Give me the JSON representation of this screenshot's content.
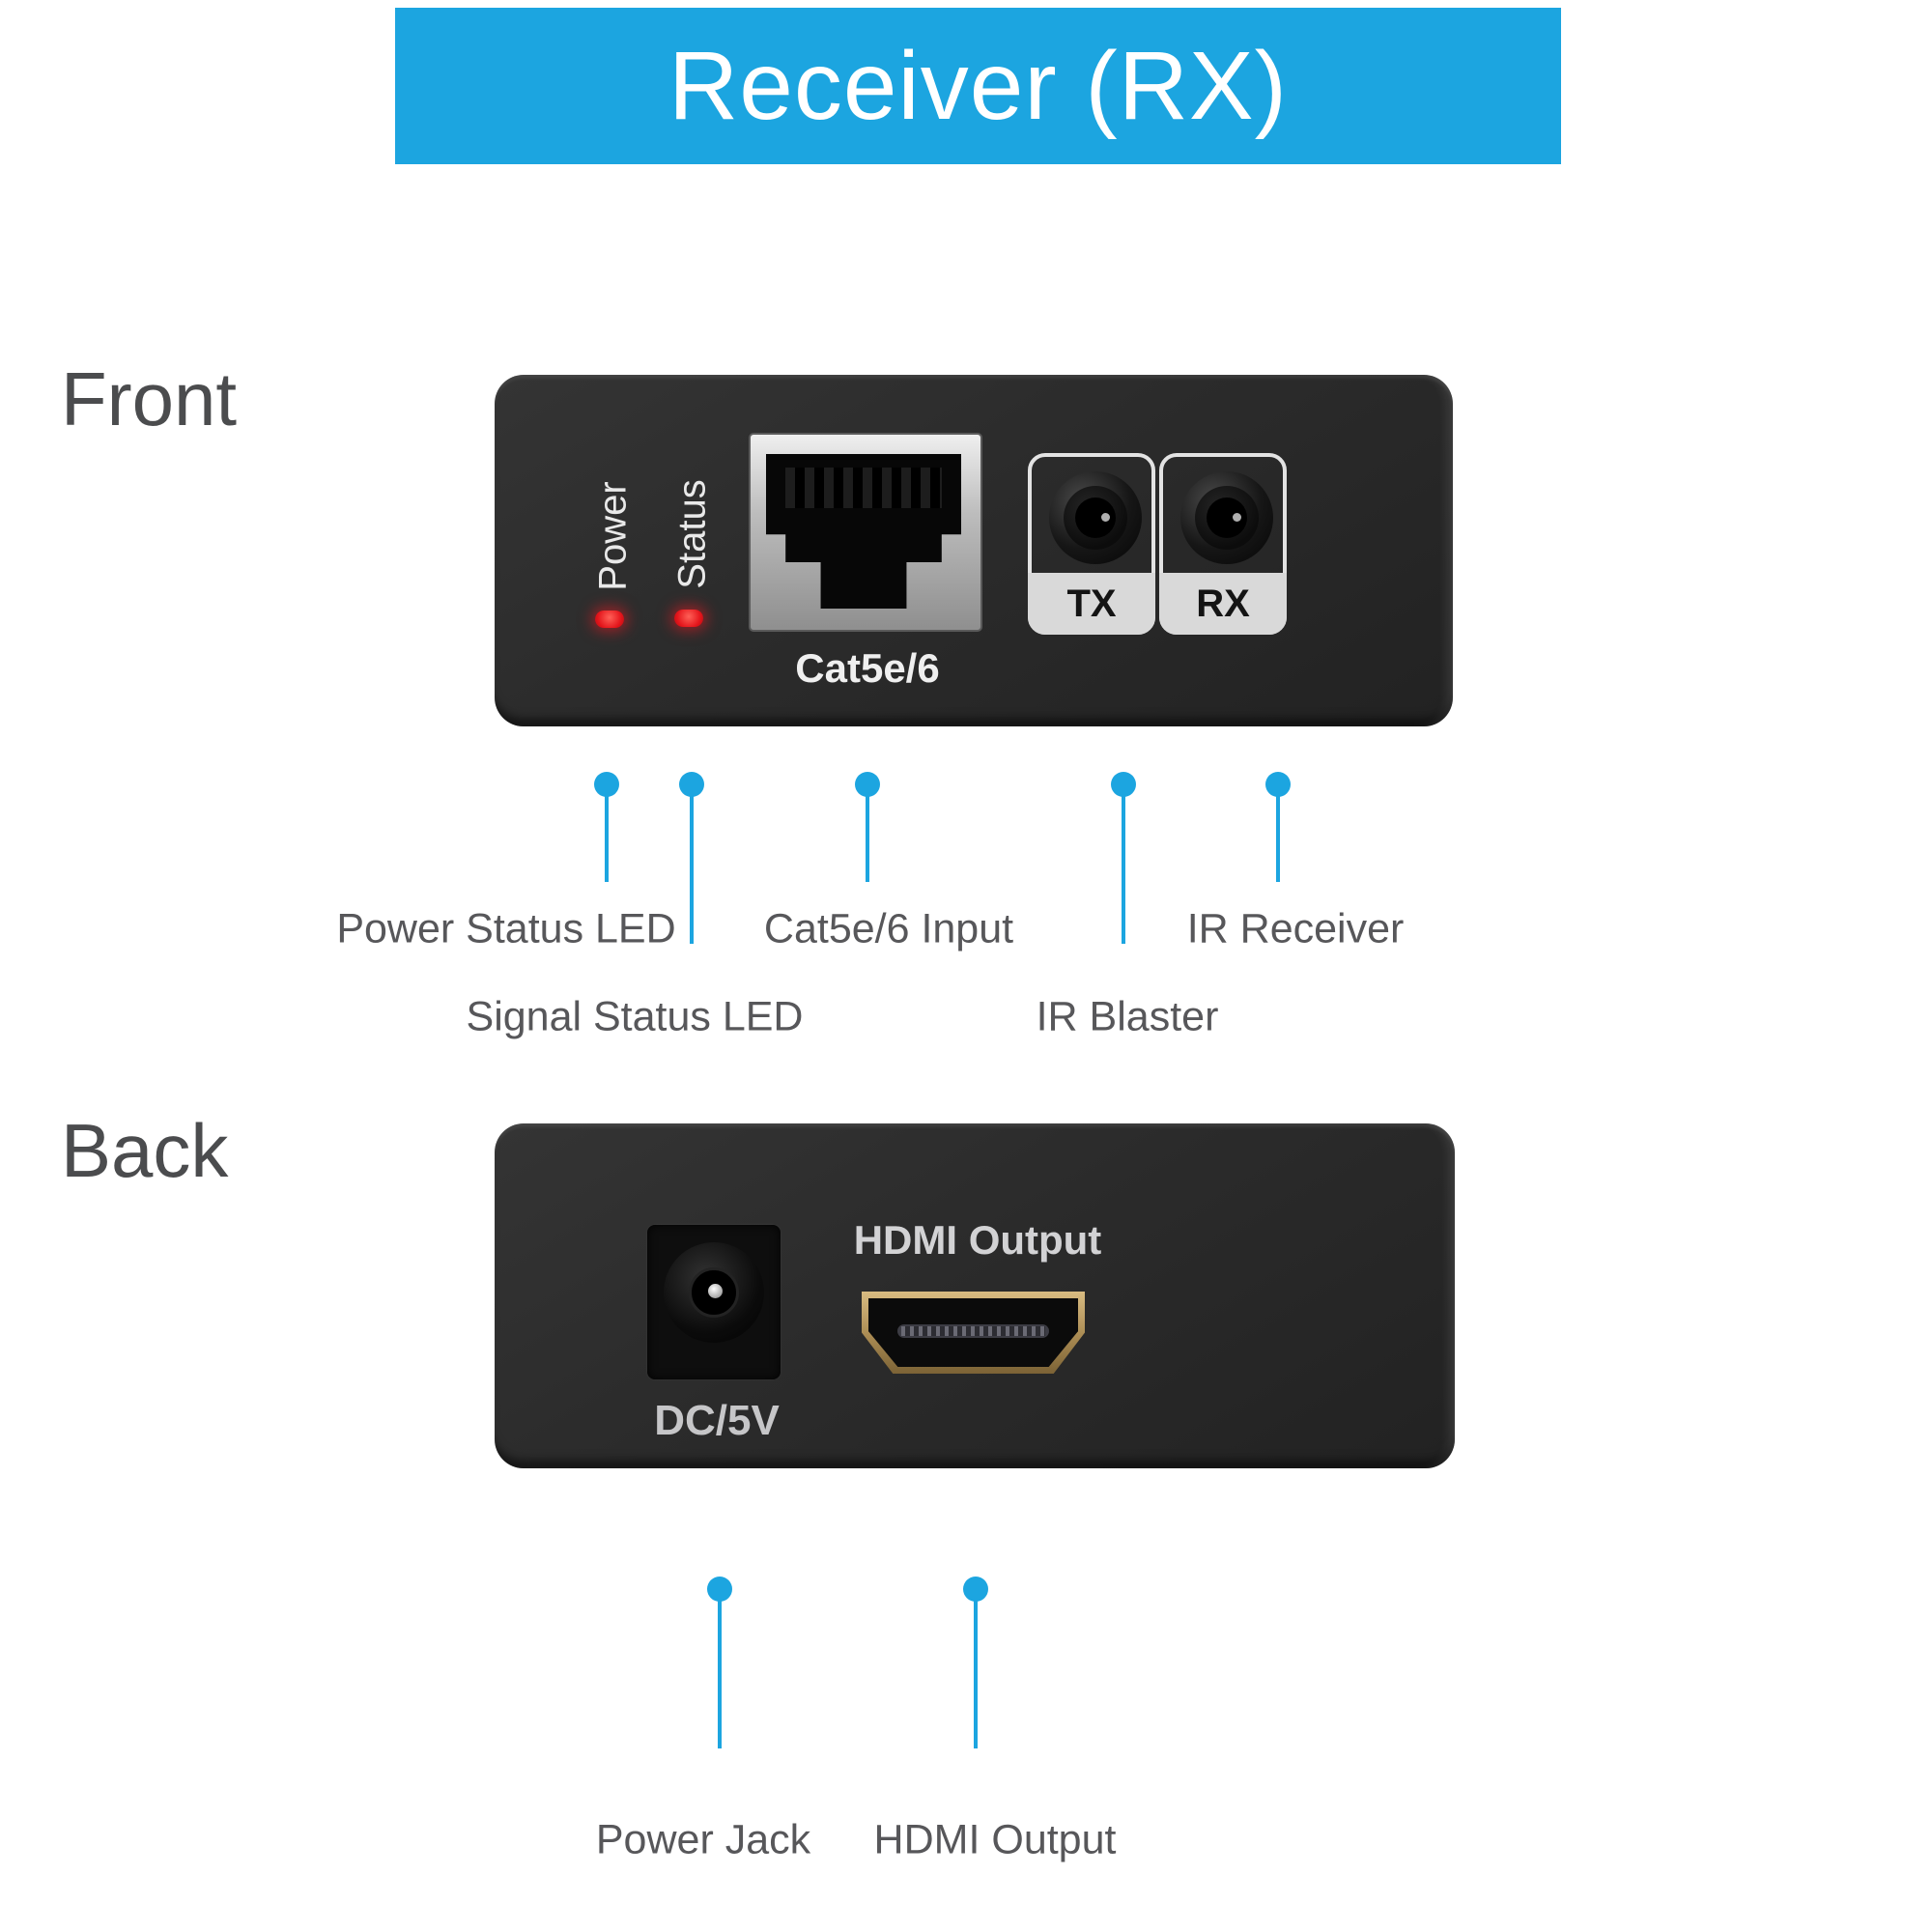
{
  "banner": {
    "title": "Receiver (RX)"
  },
  "sections": {
    "front": "Front",
    "back": "Back"
  },
  "front_device": {
    "power_label": "Power",
    "status_label": "Status",
    "rj45_label": "Cat5e/6",
    "tx_label": "TX",
    "rx_label": "RX"
  },
  "back_device": {
    "hdmi_label": "HDMI Output",
    "dc_label": "DC/5V"
  },
  "callouts": {
    "front": [
      {
        "label": "Power Status LED"
      },
      {
        "label": "Signal Status LED"
      },
      {
        "label": "Cat5e/6 Input"
      },
      {
        "label": "IR Blaster"
      },
      {
        "label": "IR Receiver"
      }
    ],
    "back": [
      {
        "label": "Power Jack"
      },
      {
        "label": "HDMI Output"
      }
    ]
  },
  "colors": {
    "accent_blue": "#1ca5e0",
    "label_gray": "#57575a",
    "led_red": "#e4151b"
  }
}
